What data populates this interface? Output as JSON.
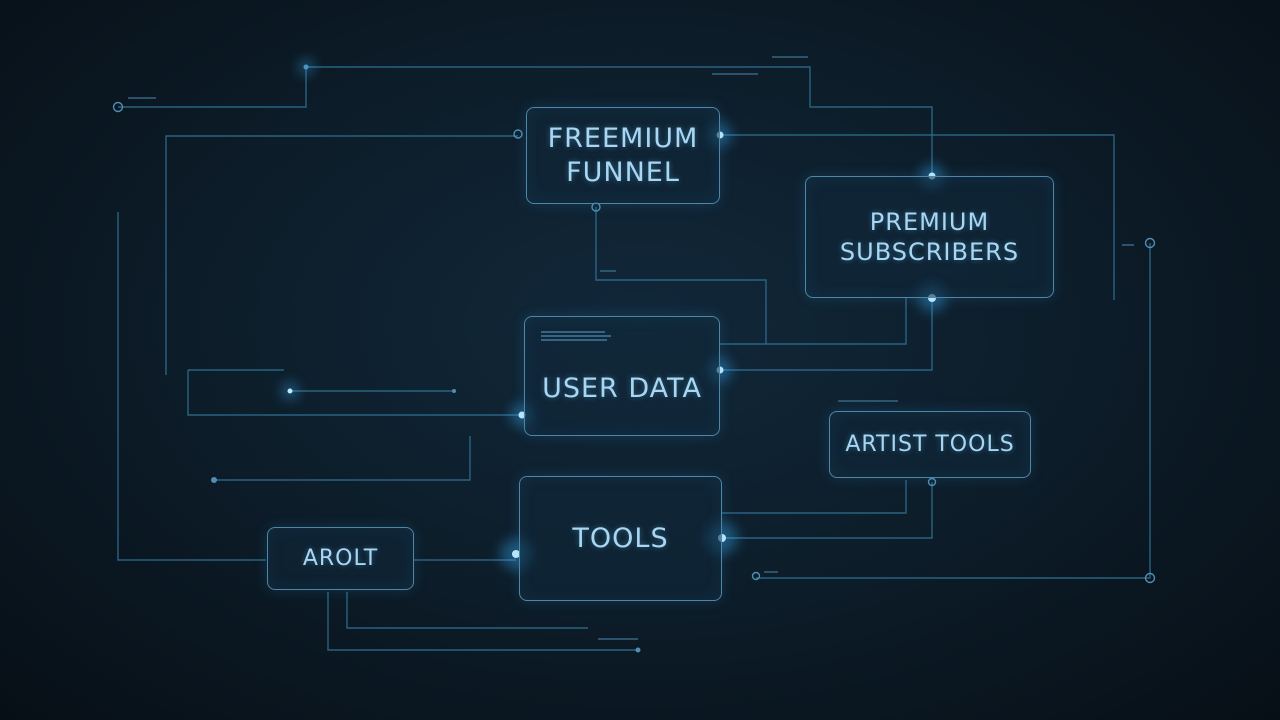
{
  "diagram": {
    "nodes": {
      "freemium_funnel": {
        "lines": [
          "FREEMIUM",
          "FUNNEL"
        ]
      },
      "premium_subscribers": {
        "lines": [
          "PREMIUM",
          "SUBSCRIBERS"
        ]
      },
      "user_data": {
        "label": "USER DATA"
      },
      "artist_tools": {
        "label": "ARTIST TOOLS"
      },
      "tools": {
        "label": "TOOLS"
      },
      "arolt": {
        "label": "AROLT"
      }
    },
    "colors": {
      "background": "#0b1721",
      "wire": "#2f6f92",
      "glow": "#3ab4ff",
      "node_border": "#4d86a6",
      "node_text": "#a9d6f1"
    }
  }
}
